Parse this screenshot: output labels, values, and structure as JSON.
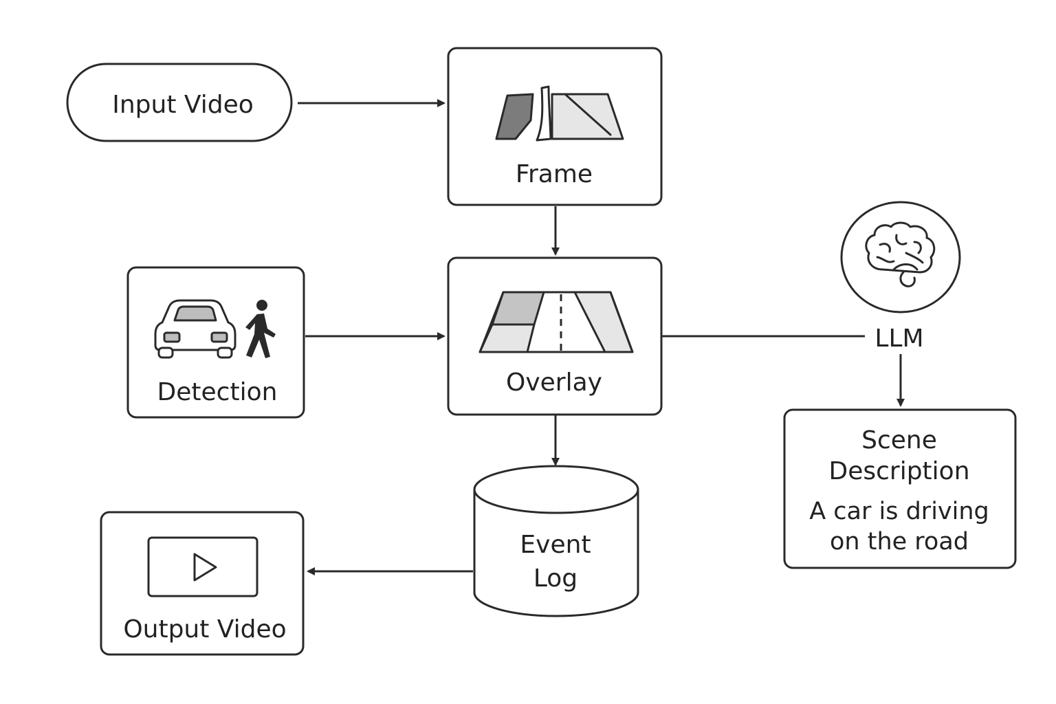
{
  "nodes": {
    "input_video": "Input Video",
    "frame": "Frame",
    "detection": "Detection",
    "overlay": "Overlay",
    "llm": "LLM",
    "event_log_line1": "Event",
    "event_log_line2": "Log",
    "output_video": "Output Video",
    "scene_title_line1": "Scene",
    "scene_title_line2": "Description",
    "scene_text_line1": "A car is driving",
    "scene_text_line2": "on the road"
  },
  "edges": [
    {
      "from": "Input Video",
      "to": "Frame"
    },
    {
      "from": "Frame",
      "to": "Overlay"
    },
    {
      "from": "Detection",
      "to": "Overlay"
    },
    {
      "from": "Overlay",
      "to": "LLM"
    },
    {
      "from": "LLM",
      "to": "Scene Description"
    },
    {
      "from": "Overlay",
      "to": "Event Log"
    },
    {
      "from": "Event Log",
      "to": "Output Video"
    }
  ],
  "icons": {
    "frame": "road-frame-icon",
    "detection_car": "car-icon",
    "detection_person": "pedestrian-icon",
    "overlay": "road-overlay-icon",
    "llm": "brain-icon",
    "output": "play-icon"
  }
}
